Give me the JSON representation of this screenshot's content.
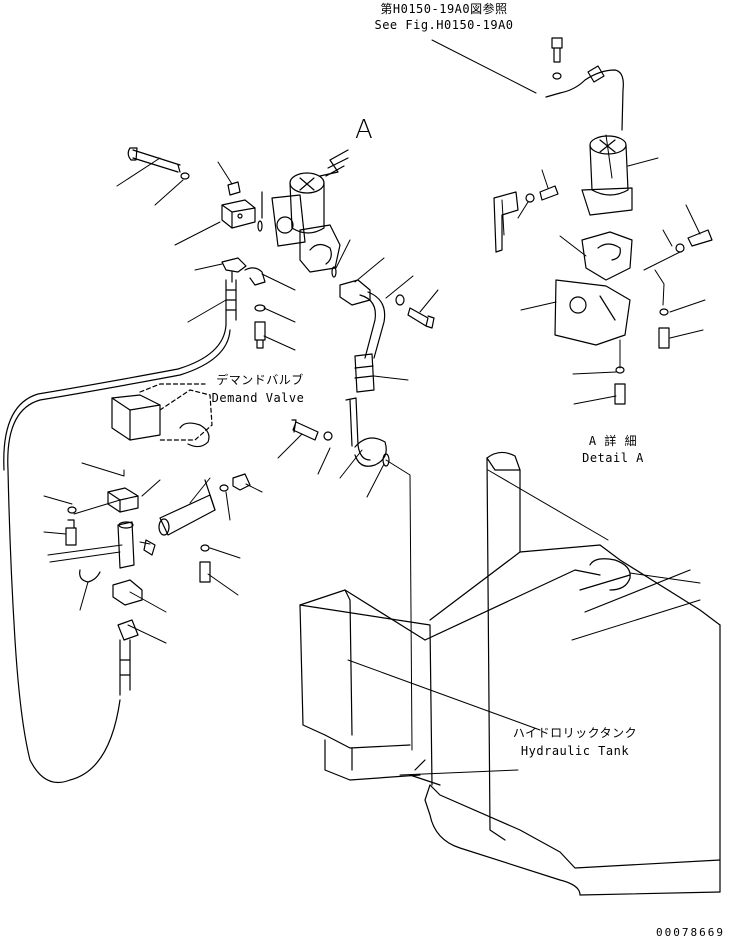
{
  "labels": {
    "ref_jp": "第H0150-19A0図参照",
    "ref_en": "See Fig.H0150-19A0",
    "view_marker": "A",
    "demand_valve_jp": "デマンドバルブ",
    "demand_valve_en": "Demand Valve",
    "detail_jp": "A 詳 細",
    "detail_en": "Detail A",
    "tank_jp": "ハイドロリックタンク",
    "tank_en": "Hydraulic Tank",
    "drawing_number": "00078669"
  }
}
